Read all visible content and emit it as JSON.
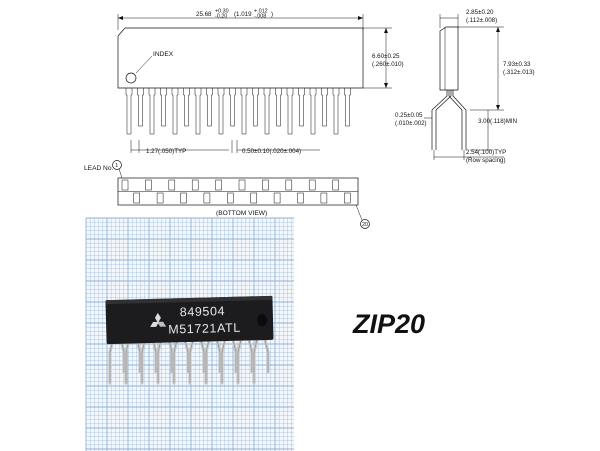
{
  "drawing": {
    "top_length_dim": "25.68",
    "top_length_tol_plus": "+0.30",
    "top_length_tol_minus": "-0.20",
    "top_length_inch": "(1.019",
    "top_length_inch_tol_plus": "+.012",
    "top_length_inch_tol_minus": "-.008",
    "top_length_inch_close": ")",
    "index_label": "INDEX",
    "body_height_dim": "6.60±0.25",
    "body_height_inch": "(.260±.010)",
    "pitch_dim": "1.27(.050)TYP",
    "lead_width_dim": "0.50±0.10(.020±.004)",
    "side_width_dim": "2.85±0.20",
    "side_width_inch": "(.112±.008)",
    "side_height_dim": "7.93±0.33",
    "side_height_inch": "(.312±.013)",
    "lead_thick_dim": "0.25±0.05",
    "lead_thick_inch": "(.010±.002)",
    "lead_len_dim": "3.00(.118)MIN",
    "row_spacing_dim": "2.54(.100)TYP",
    "row_spacing_label": "(Row spacing)",
    "lead_no_label": "LEAD No.",
    "lead_first": "1",
    "lead_last": "20",
    "bottom_view_label": "(BOTTOM VIEW)"
  },
  "photo": {
    "chip_code": "849504",
    "chip_part": "M51721ATL",
    "grid_color": "#8fb0d6",
    "chip_color": "#1c1c1e",
    "pin_color": "#c9c9c9"
  },
  "package_name": "ZIP20"
}
